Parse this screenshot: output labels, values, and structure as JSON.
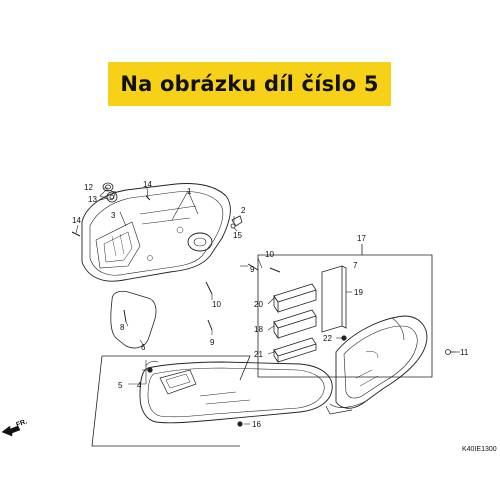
{
  "banner": {
    "text": "Na obrázku díl číslo 5",
    "color": "#f7d117"
  },
  "diagram": {
    "callouts": {
      "n1": "1",
      "n2": "2",
      "n3": "3",
      "n4": "4",
      "n5": "5",
      "n6": "6",
      "n7": "7",
      "n8": "8",
      "n9a": "9",
      "n9b": "9",
      "n10a": "10",
      "n10b": "10",
      "n11": "11",
      "n12": "12",
      "n13": "13",
      "n14a": "14",
      "n14b": "14",
      "n15": "15",
      "n16": "16",
      "n17": "17",
      "n18": "18",
      "n19": "19",
      "n20": "20",
      "n21": "21",
      "n22": "22"
    },
    "front_label": "FR.",
    "diagram_code": "K40IE1300"
  }
}
